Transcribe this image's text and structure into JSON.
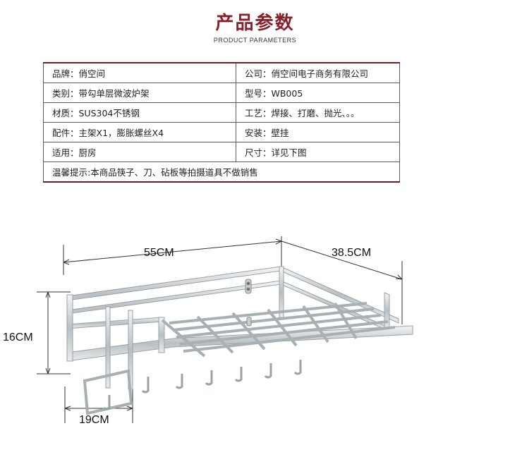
{
  "header": {
    "title": "产品参数",
    "subtitle": "PRODUCT PARAMETERS"
  },
  "params": {
    "rows": [
      {
        "left": "品牌：俏空间",
        "right": "公司：俏空间电子商务有限公司"
      },
      {
        "left": "类别：带勾单层微波炉架",
        "right": "型号：WB005"
      },
      {
        "left": "材质：SUS304不锈钢",
        "right": "工艺：焊接、打磨、抛光、。。"
      },
      {
        "left": "配件：主架X1，膨胀螺丝X4",
        "right": "安装：壁挂"
      },
      {
        "left": "适用：厨房",
        "right": "尺寸：详见下图"
      }
    ],
    "note": "温馨提示:本商品筷子、刀、砧板等拍摄道具不做销售"
  },
  "dimensions": {
    "width": "55CM",
    "depth": "38.5CM",
    "height": "16CM",
    "hook_rail": "19CM"
  },
  "colors": {
    "title": "#8a1f2c",
    "table_accent": "#6b1e27",
    "steel": "#c4c9cc"
  }
}
